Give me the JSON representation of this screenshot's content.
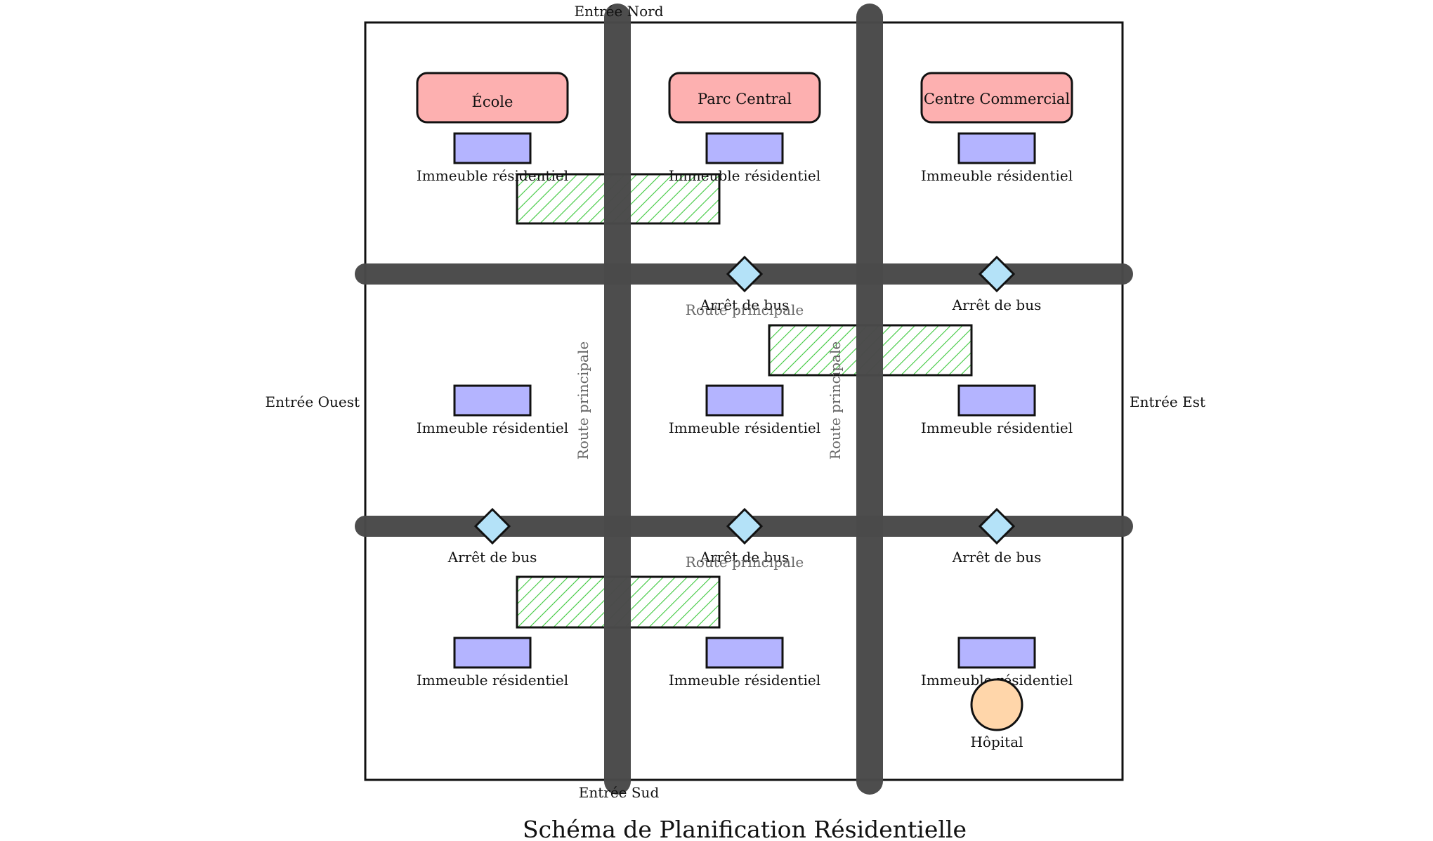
{
  "title": "Schéma de Planification Résidentielle",
  "entrances": {
    "north": "Entrée Nord",
    "south": "Entrée Sud",
    "west": "Entrée Ouest",
    "east": "Entrée Est"
  },
  "landmarks": {
    "school": "École",
    "central_park": "Parc Central",
    "shopping_center": "Centre Commercial",
    "hospital": "Hôpital"
  },
  "residential_label": "Immeuble résidentiel",
  "bus_stop_label": "Arrêt de bus",
  "road_label": "Route principale",
  "colors": {
    "road": "#4a4a4a",
    "landmark_fill": "#fdb0b0",
    "residential_fill": "#b4b4ff",
    "bus_stop_fill": "#b4e2f8",
    "green_hatch": "#3cc83c",
    "hospital_fill": "#ffd6aa"
  }
}
